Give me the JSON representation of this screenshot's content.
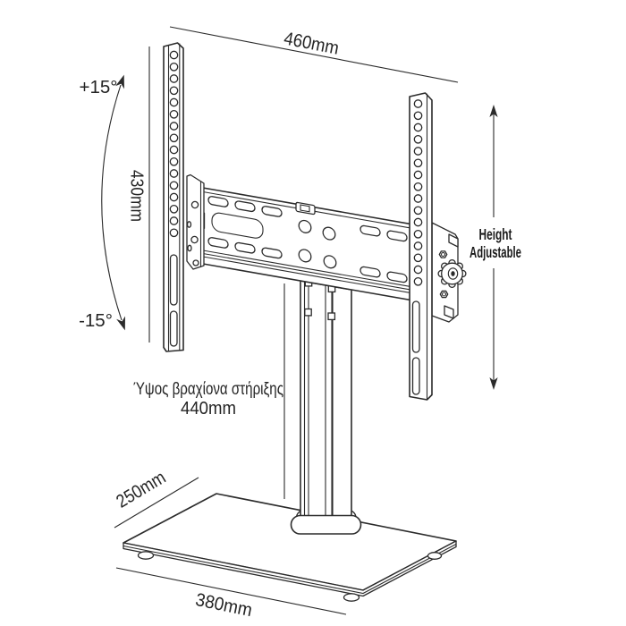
{
  "diagram": {
    "background": "#ffffff",
    "line_color": "#2b2b2b",
    "text_color": "#242424",
    "labels": {
      "width_top": "460mm",
      "rail_height": "430mm",
      "tilt_up": "+15°",
      "tilt_down": "-15°",
      "height_adj_line1": "Height",
      "height_adj_line2": "Adjustable",
      "arm_caption": "Ύψος βραχίονα στήριξης",
      "arm_value": "440mm",
      "base_depth": "250mm",
      "base_width": "380mm"
    }
  }
}
